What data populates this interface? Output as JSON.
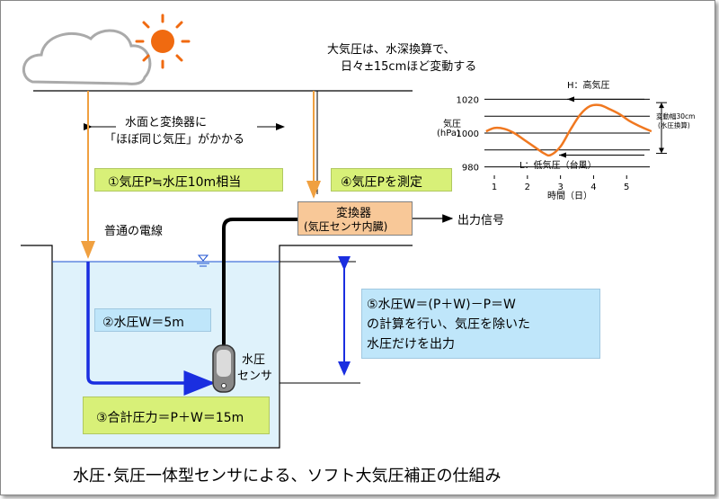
{
  "top_note": {
    "line1": "大気圧は、水深換算で、",
    "line2": "日々±15cmほど変動する"
  },
  "same_pressure": {
    "line1": "水面と変換器に",
    "line2": "「ほぼ同じ気圧」がかかる"
  },
  "box1": "①気圧P≒水圧10m相当",
  "box4": "④気圧Pを測定",
  "converter": {
    "line1": "変換器",
    "line2": "(気圧センサ内臓)"
  },
  "output_label": "出力信号",
  "cable_label": "普通の電線",
  "box2": "②水圧W＝5m",
  "box3": "③合計圧力＝P＋W＝15m",
  "sensor_label": {
    "line1": "水圧",
    "line2": "センサ"
  },
  "box5": {
    "line1": "⑤水圧W＝(P＋W)－P＝W",
    "line2": "の計算を行い、気圧を除いた",
    "line3": "水圧だけを出力"
  },
  "bottom_title": "水圧･気圧一体型センサによる、ソフト大気圧補正の仕組み",
  "colors": {
    "sun": "#f06a10",
    "orange_arrow": "#f0a040",
    "water": "#dff2fb",
    "green_box": "#d8f078",
    "blue_box": "#bfe6fa",
    "converter_box": "#f8c898",
    "blue_arrow": "#1a2ee0"
  },
  "icons": {
    "cloud": "cloud-icon",
    "sun": "sun-icon",
    "water_level": "water-level-icon",
    "sensor": "sensor-icon"
  },
  "chart_data": {
    "type": "line",
    "ylabel_line1": "気圧",
    "ylabel_line2": "(hPa)",
    "xlabel": "時間（日）",
    "x_ticks": [
      "1",
      "2",
      "3",
      "4",
      "5"
    ],
    "y_ticks": [
      "980",
      "1000",
      "1020"
    ],
    "xlim": [
      0.7,
      5.7
    ],
    "ylim": [
      975,
      1025
    ],
    "grid": true,
    "high_label": "H：高気圧",
    "low_label": "L：低気圧（台風）",
    "range_label_line1": "変動幅30cm",
    "range_label_line2": "(水圧換算)",
    "series": [
      {
        "x": [
          0.75,
          1.0,
          1.3,
          1.6,
          1.9,
          2.2,
          2.5,
          2.7,
          3.0,
          3.3,
          3.6,
          3.9,
          4.2,
          4.5,
          4.8,
          5.1,
          5.4,
          5.75
        ],
        "y": [
          1001,
          1003,
          1002.5,
          1000,
          996,
          992,
          988,
          987,
          992,
          1002,
          1011,
          1016,
          1016.5,
          1014,
          1011,
          1007,
          1004,
          1001
        ]
      }
    ]
  }
}
